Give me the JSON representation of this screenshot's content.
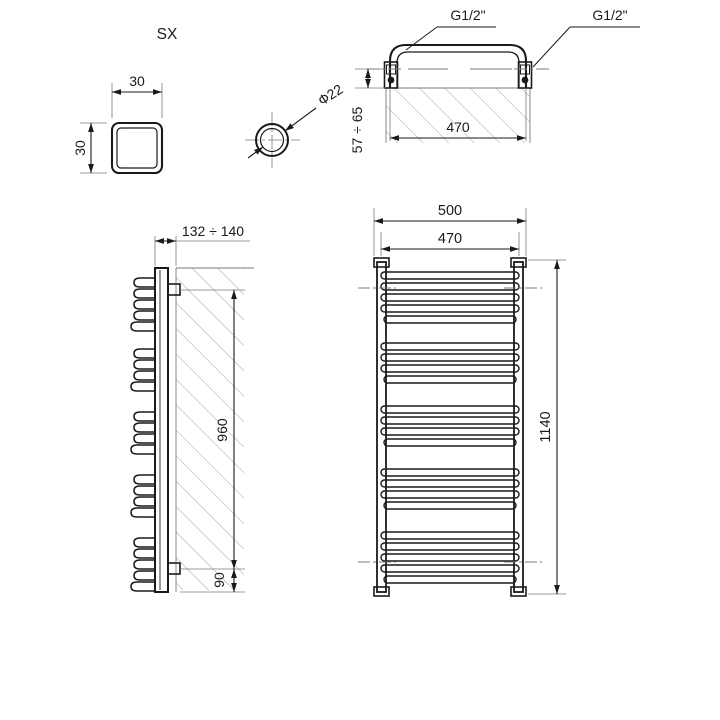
{
  "drawing": {
    "title_label": "SX",
    "background_color": "#ffffff",
    "line_color": "#1a1a1a",
    "hatch_color": "#9a9a9a",
    "thin_color": "#7a7a7a"
  },
  "views": {
    "square_profile": {
      "name": "square-tube-profile",
      "width_label": "30",
      "height_label": "30"
    },
    "round_profile": {
      "name": "round-tube-profile",
      "diameter_label": "Ф22"
    },
    "top_view": {
      "name": "top-view-connection",
      "left_port_label": "G1/2\"",
      "right_port_label": "G1/2\"",
      "center_distance_label": "470",
      "wall_offset_label": "57 ÷ 65"
    },
    "side_view": {
      "name": "side-view-radiator",
      "depth_label": "132 ÷ 140",
      "upper_bracket_label": "960",
      "lower_bracket_label": "90"
    },
    "front_view": {
      "name": "front-view-radiator",
      "overall_width_label": "500",
      "center_width_label": "470",
      "overall_height_label": "1140"
    }
  }
}
